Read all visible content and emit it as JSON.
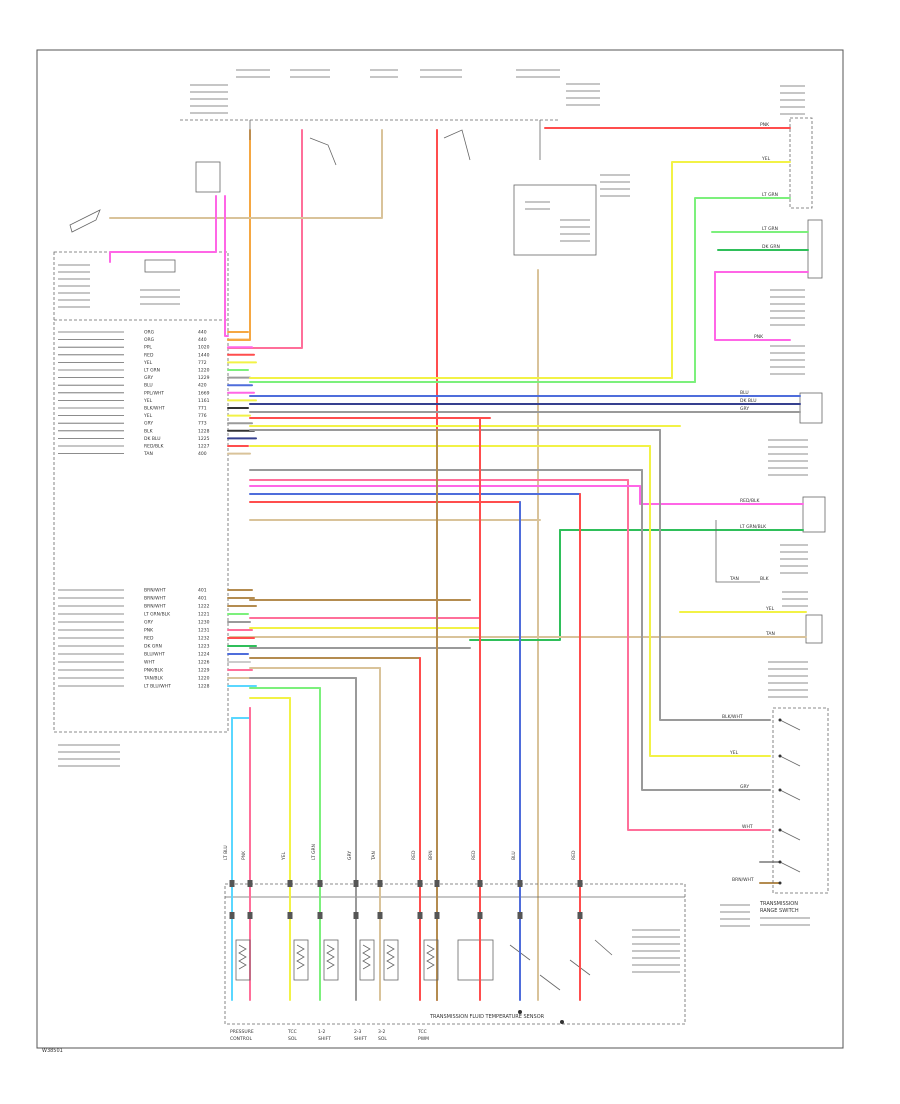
{
  "figure_code": "W38501",
  "colors": {
    "pink": "#ff6f9a",
    "red": "#ff4d4d",
    "orange": "#f5a742",
    "yellow": "#f2f246",
    "ltgreen": "#7cf07c",
    "dkgreen": "#2fbf5a",
    "blue": "#4f6ddb",
    "dkblue": "#36408f",
    "tan": "#d9c39a",
    "gray": "#9a9a9a",
    "ltblue": "#5ad7ff",
    "magenta": "#ff66e6",
    "brown": "#b48c50",
    "black": "#333333"
  },
  "pcm_pins": [
    {
      "wire": "ORG",
      "num": "440"
    },
    {
      "wire": "ORG",
      "num": "440"
    },
    {
      "wire": "PPL",
      "num": "1020"
    },
    {
      "wire": "RED",
      "num": "1440"
    },
    {
      "wire": "YEL",
      "num": "772"
    },
    {
      "wire": "LT GRN",
      "num": "1220"
    },
    {
      "wire": "GRY",
      "num": "1229"
    },
    {
      "wire": "BLU",
      "num": "420"
    },
    {
      "wire": "PPL/WHT",
      "num": "1669"
    },
    {
      "wire": "YEL",
      "num": "1161"
    },
    {
      "wire": "BLK/WHT",
      "num": "771"
    },
    {
      "wire": "YEL",
      "num": "776"
    },
    {
      "wire": "GRY",
      "num": "773"
    },
    {
      "wire": "BLK",
      "num": "1228"
    },
    {
      "wire": "DK BLU",
      "num": "1225"
    },
    {
      "wire": "RED/BLK",
      "num": "1227"
    },
    {
      "wire": "TAN",
      "num": "400"
    },
    {
      "wire": "BRN/WHT",
      "num": "401"
    },
    {
      "wire": "BRN/WHT",
      "num": "401"
    },
    {
      "wire": "BRN/WHT",
      "num": "1222"
    },
    {
      "wire": "LT GRN/BLK",
      "num": "1221"
    },
    {
      "wire": "GRY",
      "num": "1230"
    },
    {
      "wire": "PNK",
      "num": "1231"
    },
    {
      "wire": "RED",
      "num": "1232"
    },
    {
      "wire": "DK GRN",
      "num": "1223"
    },
    {
      "wire": "BLU/WHT",
      "num": "1224"
    },
    {
      "wire": "WHT",
      "num": "1226"
    },
    {
      "wire": "PNK/BLK",
      "num": "1229"
    },
    {
      "wire": "TAN/BLK",
      "num": "1220"
    },
    {
      "wire": "LT BLU/WHT",
      "num": "1228"
    }
  ],
  "right_wires": [
    {
      "wire": "PNK"
    },
    {
      "wire": "YEL"
    },
    {
      "wire": "LT GRN"
    },
    {
      "wire": "LT GRN"
    },
    {
      "wire": "DK GRN"
    },
    {
      "wire": "PNK"
    },
    {
      "wire": "BLU"
    },
    {
      "wire": "DK BLU"
    },
    {
      "wire": "GRY"
    },
    {
      "wire": "RED/BLK"
    },
    {
      "wire": "LT GRN/BLK"
    },
    {
      "wire": "TAN"
    },
    {
      "wire": "BLK"
    },
    {
      "wire": "YEL"
    },
    {
      "wire": "TAN"
    },
    {
      "wire": "BLK/WHT"
    },
    {
      "wire": "YEL"
    },
    {
      "wire": "GRY"
    },
    {
      "wire": "WHT"
    },
    {
      "wire": "BRN/WHT"
    }
  ],
  "bottom_wires": [
    {
      "wire": "LT BLU"
    },
    {
      "wire": "PNK"
    },
    {
      "wire": "YEL"
    },
    {
      "wire": "LT GRN"
    },
    {
      "wire": "GRY"
    },
    {
      "wire": "TAN"
    },
    {
      "wire": "RED"
    },
    {
      "wire": "BRN"
    },
    {
      "wire": "RED"
    },
    {
      "wire": "BLU"
    },
    {
      "wire": "RED"
    }
  ],
  "bottom_labels": [
    {
      "l1": "PRESSURE",
      "l2": "CONTROL"
    },
    {
      "l1": "TCC",
      "l2": "SOL"
    },
    {
      "l1": "1-2",
      "l2": "SHIFT"
    },
    {
      "l1": "2-3",
      "l2": "SHIFT"
    },
    {
      "l1": "3-2",
      "l2": "SOL"
    },
    {
      "l1": "TCC",
      "l2": "PWM"
    }
  ],
  "bottom_caption": "TRANSMISSION FLUID TEMPERATURE SENSOR",
  "right_switch": {
    "l1": "TRANSMISSION",
    "l2": "RANGE SWITCH"
  }
}
